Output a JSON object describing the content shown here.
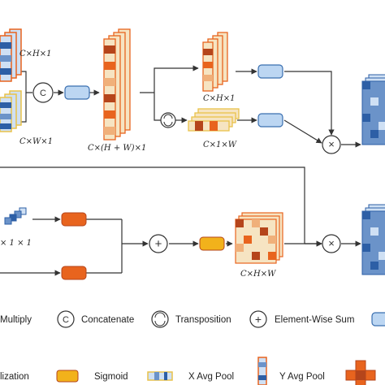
{
  "labels": {
    "c_h_1": "C×H×1",
    "c_w_1": "C×W×1",
    "c_hw_1": "C×(H + W)×1",
    "c_h_1_right": "C×H×1",
    "c_1_w": "C×1×W",
    "c_1_1": "× 1 × 1",
    "c_h_w": "C×H×W"
  },
  "ops": {
    "concat_symbol": "C",
    "sum_symbol": "+",
    "multiply_symbol": "×"
  },
  "legend": {
    "multiply": "Multiply",
    "concatenate": "Concatenate",
    "transposition": "Transposition",
    "element_wise_sum": "Element-Wise Sum",
    "normalization": "lization",
    "sigmoid": "Sigmoid",
    "x_avg_pool": "X Avg Pool",
    "y_avg_pool": "Y Avg Pool"
  },
  "colors": {
    "line": "#333333",
    "conv_block": "#bcd6f2",
    "conv_border": "#3a6fb0",
    "orange_block": "#e8641e",
    "sigmoid_block": "#f2b21b",
    "blue_dark": "#2d5fa6",
    "blue_light": "#cfe0f4",
    "orange_dark": "#b5451b",
    "cream": "#f6e4c2",
    "yellow_border": "#e9c24a"
  }
}
